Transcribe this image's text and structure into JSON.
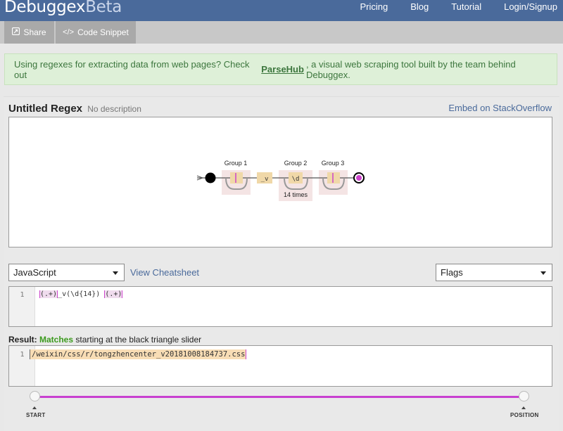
{
  "header": {
    "logo_main": "Debuggex",
    "logo_beta": "Beta",
    "nav": [
      "Pricing",
      "Blog",
      "Tutorial",
      "Login/Signup"
    ]
  },
  "toolbar": {
    "share_label": "Share",
    "snippet_label": "Code Snippet"
  },
  "banner": {
    "text_before": "Using regexes for extracting data from web pages? Check out",
    "link": "ParseHub",
    "text_after": ", a visual web scraping tool built by the team behind Debuggex."
  },
  "regex": {
    "title": "Untitled Regex",
    "description": "No description",
    "embed_link": "Embed on StackOverflow"
  },
  "diagram": {
    "groups": [
      "Group 1",
      "Group 2",
      "Group 3"
    ],
    "literal": "_v",
    "digit_token": "\\d",
    "repeat_label": "14 times"
  },
  "controls": {
    "flavor": "JavaScript",
    "cheatsheet": "View Cheatsheet",
    "flags": "Flags"
  },
  "pattern_editor": {
    "line_number": "1",
    "g1": "(.+)",
    "literal": "_v",
    "g2": "(\\d{14})",
    "g3": "(.+)"
  },
  "result": {
    "label_prefix": "Result:",
    "status": "Matches",
    "label_suffix": "starting at the black triangle slider",
    "line_number": "1",
    "text": "/weixin/css/r/tongzhencenter_v20181008184737.css"
  },
  "slider": {
    "start_label": "START",
    "position_label": "POSITION"
  },
  "colors": {
    "header": "#4a6a9b",
    "accent": "#c840d0",
    "match": "#3b9a1d"
  }
}
